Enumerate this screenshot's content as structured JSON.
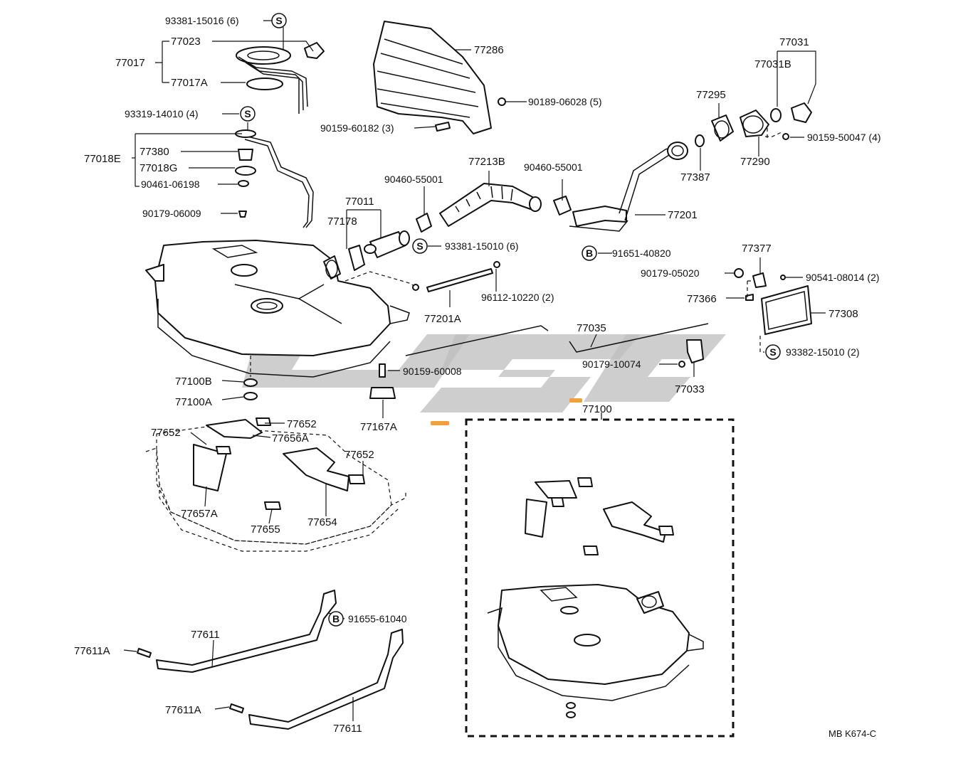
{
  "labels": {
    "l93381_15016": "93381-15016 (6)",
    "l77023": "77023",
    "l77017": "77017",
    "l77017A": "77017A",
    "l93319_14010": "93319-14010 (4)",
    "l77018E": "77018E",
    "l77380": "77380",
    "l77018G": "77018G",
    "l90461_06198": "90461-06198",
    "l90179_06009": "90179-06009",
    "l77286": "77286",
    "l90189_06028": "90189-06028 (5)",
    "l90159_60182": "90159-60182 (3)",
    "l77213B": "77213B",
    "l90460_55001a": "90460-55001",
    "l90460_55001b": "90460-55001",
    "l77011": "77011",
    "l77178": "77178",
    "l93381_15010": "93381-15010 (6)",
    "l91651_40820": "91651-40820",
    "l77201": "77201",
    "l77295": "77295",
    "l77031": "77031",
    "l77031B": "77031B",
    "l77387": "77387",
    "l77290": "77290",
    "l90159_50047": "90159-50047 (4)",
    "l77377": "77377",
    "l90179_05020": "90179-05020",
    "l90541_08014": "90541-08014 (2)",
    "l77366": "77366",
    "l77308": "77308",
    "l93382_15010": "93382-15010 (2)",
    "l96112_10220": "96112-10220 (2)",
    "l77201A": "77201A",
    "l77035": "77035",
    "l90179_10074": "90179-10074",
    "l77033": "77033",
    "l77100B": "77100B",
    "l77100A": "77100A",
    "l90159_60008": "90159-60008",
    "l77167A": "77167A",
    "l77100": "77100",
    "l77652a": "77652",
    "l77652b": "77652",
    "l77652c": "77652",
    "l77656A": "77656A",
    "l77657A": "77657A",
    "l77655": "77655",
    "l77654": "77654",
    "l77611a": "77611",
    "l77611Aa": "77611A",
    "l91655_61040": "91655-61040",
    "l77611Ab": "77611A",
    "l77611b": "77611",
    "ref": "MB K674-C"
  },
  "markers": {
    "S": "S",
    "B": "B"
  },
  "colors": {
    "line": "#111111",
    "watermark": "#bdbdbd",
    "watermark_accent": "#f2a03a",
    "background": "#ffffff"
  }
}
